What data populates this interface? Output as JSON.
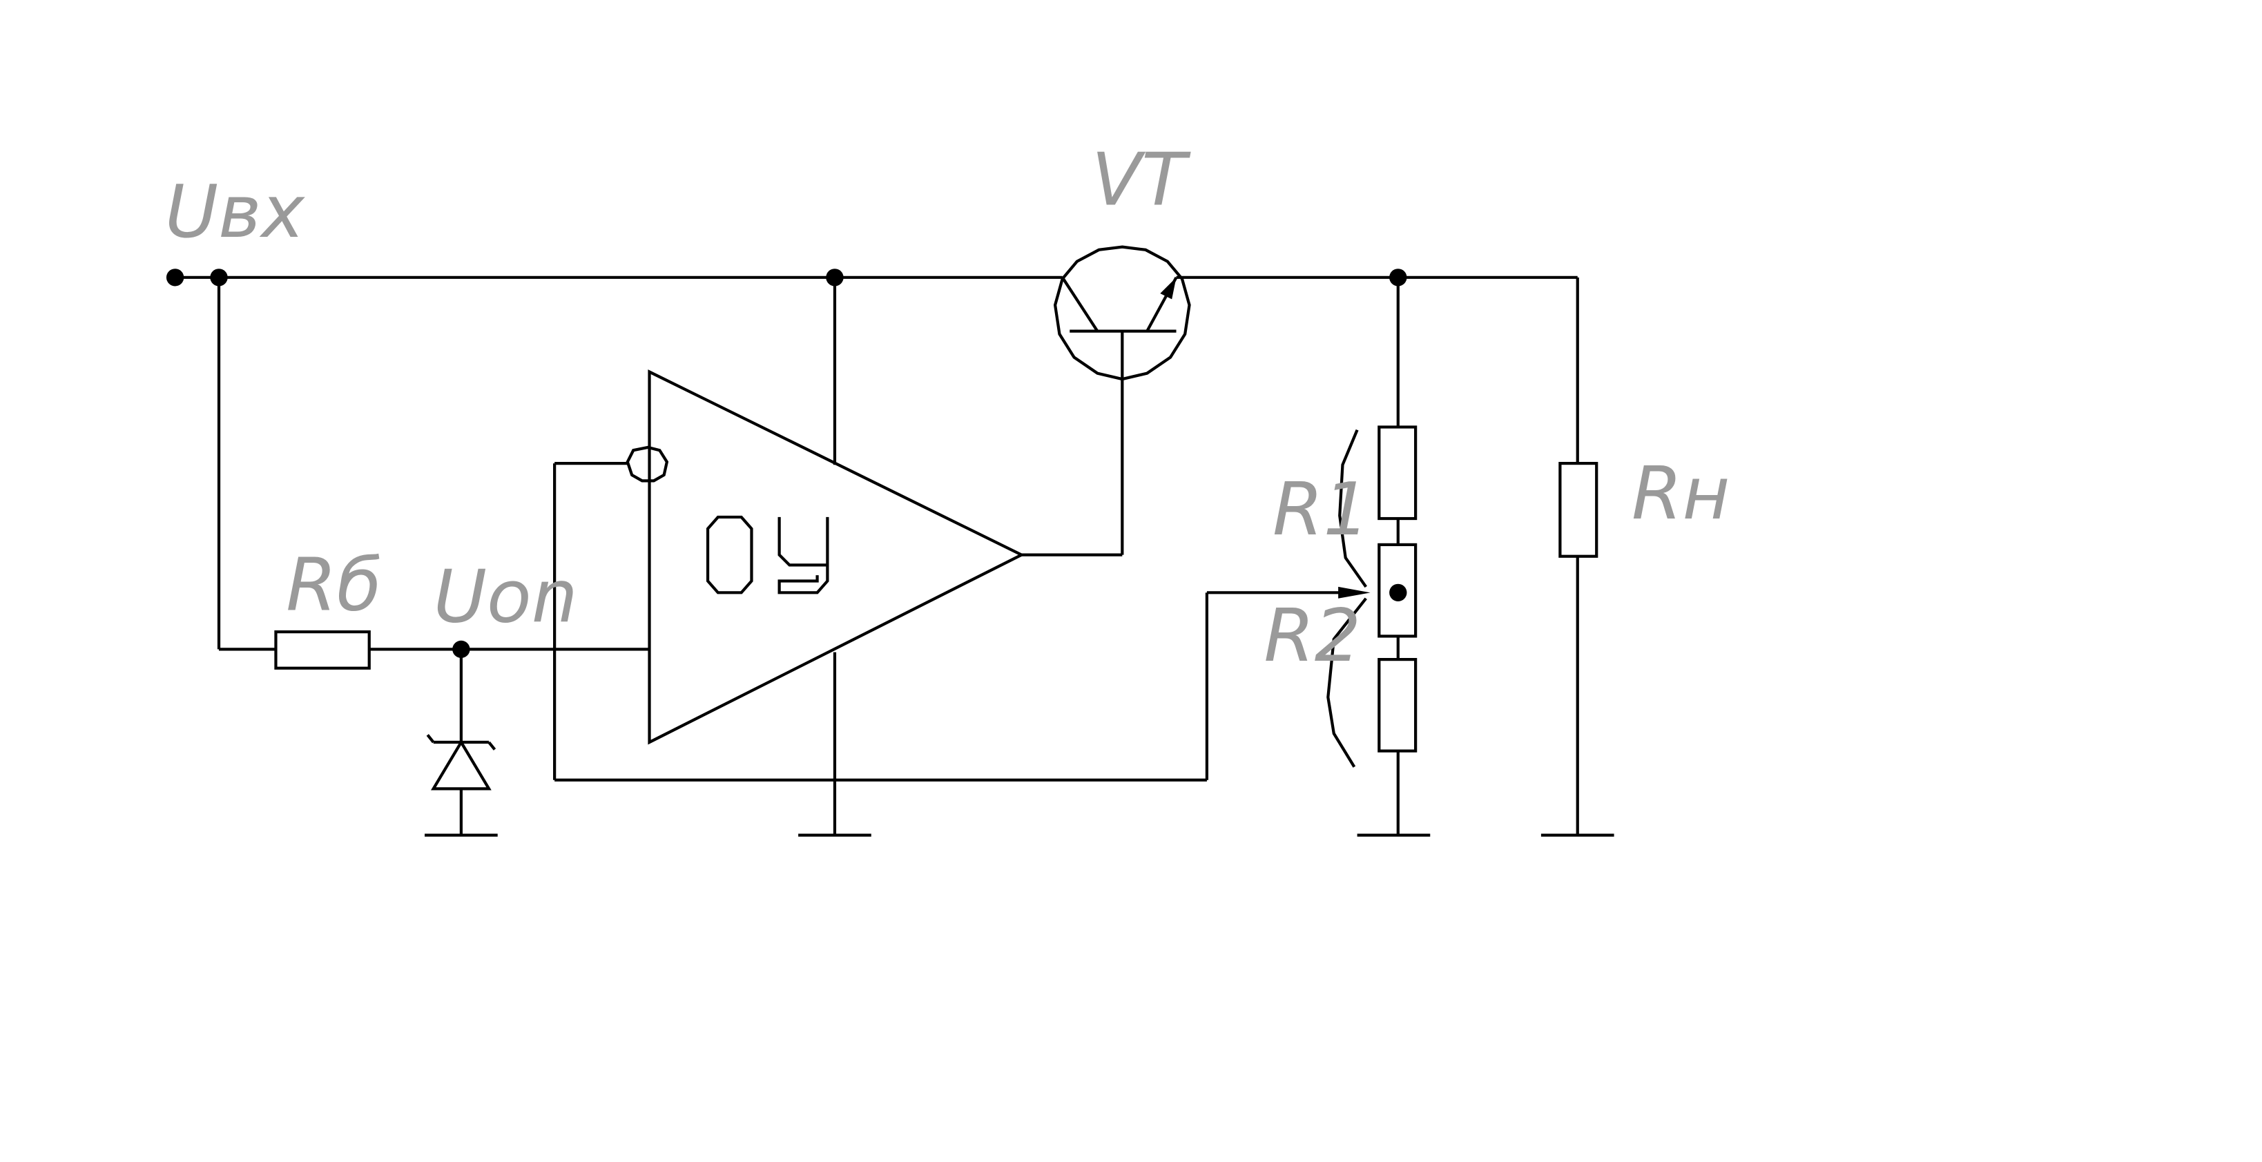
{
  "diagram": {
    "type": "circuit-schematic",
    "labels": {
      "input_voltage": "Uвх",
      "transistor": "VT",
      "base_resistor": "Rб",
      "reference_voltage": "Uon",
      "op_amp": "ОУ",
      "divider_upper": "R1",
      "divider_lower": "R2",
      "load_resistor": "Rн"
    },
    "colors": {
      "line": "#000000",
      "label": "#9a9a9a",
      "background": "#ffffff"
    }
  }
}
